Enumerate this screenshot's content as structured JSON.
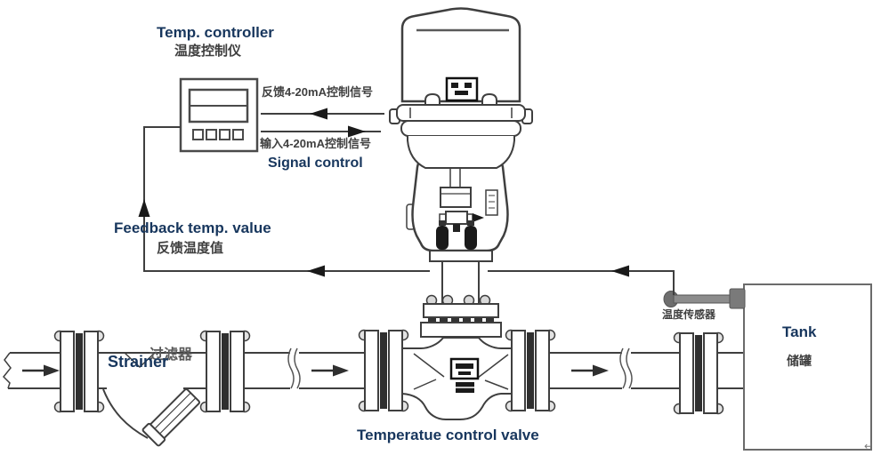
{
  "colors": {
    "accent_text": "#17365d",
    "cjk_text": "#3f3f3f",
    "line": "#3f3f3f",
    "sensor_fill": "#8c8c8c"
  },
  "labels": {
    "controller_title_en": "Temp. controller",
    "controller_title_zh": "温度控制仪",
    "signal_feedback_zh": "反馈4-20mA控制信号",
    "signal_input_zh": "输入4-20mA控制信号",
    "signal_control_en": "Signal control",
    "feedback_temp_en": "Feedback temp. value",
    "feedback_temp_zh": "反馈温度值",
    "strainer_en": "Strainer",
    "strainer_zh": "过滤器",
    "valve_caption_en": "Temperatue control valve",
    "sensor_zh": "温度传感器",
    "tank_en": "Tank",
    "tank_zh": "储罐",
    "paragraph_mark": "↵"
  }
}
